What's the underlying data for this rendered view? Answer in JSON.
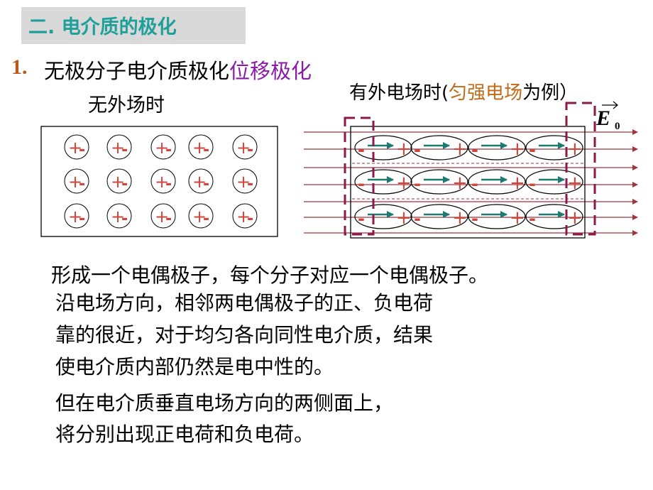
{
  "heading": "二. 电介质的极化",
  "section": {
    "number": "1.",
    "title_main": "无极分子电介质极化",
    "title_highlight": "位移极化"
  },
  "left_panel": {
    "label": "无外场时",
    "rows": 3,
    "cols": 5,
    "molecule_plus": "+",
    "molecule_minus": "-"
  },
  "right_panel": {
    "label_prefix": "有外电场时(",
    "label_highlight": "匀强电场",
    "label_suffix": "为例）",
    "field_symbol": "E",
    "field_subscript": "0",
    "dipole_minus": "-",
    "dipole_plus": "+"
  },
  "paragraphs": [
    "形成一个电偶极子，每个分子对应一个电偶极子。",
    "沿电场方向，相邻两电偶极子的正、负电荷",
    "靠的很近，对于均匀各向同性电介质，结果",
    "使电介质内部仍然是电中性的。",
    "但在电介质垂直电场方向的两侧面上，",
    "将分别出现正电荷和负电荷。"
  ],
  "colors": {
    "heading_bg": "#d9d9d9",
    "heading_text": "#1f9f9a",
    "number": "#b85a1f",
    "highlight_purple": "#8b1aa8",
    "highlight_orange": "#c06a1a",
    "charge_red": "#d0463c",
    "dipole_arrow": "#1d7a72",
    "field_line": "#a3333d",
    "boundary_dash": "#8b1a4a"
  },
  "icons": [
    "field-arrow-icon",
    "dipole-arrow-icon",
    "molecule-icon"
  ]
}
